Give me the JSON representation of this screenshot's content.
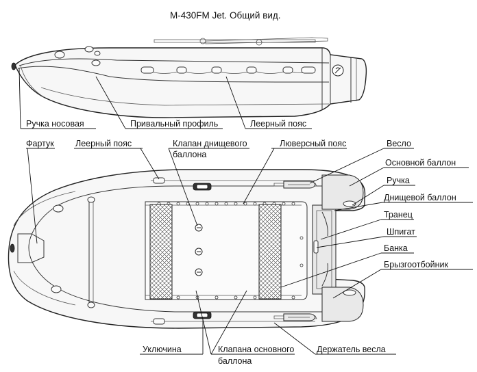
{
  "title": "M-430FM Jet. Общий вид.",
  "side_view_labels": {
    "bow_handle": "Ручка носовая",
    "rub_strake": "Привальный профиль",
    "lifeline": "Леерный пояс"
  },
  "top_view_labels": {
    "apron": "Фартук",
    "lifeline": "Леерный пояс",
    "floor_valve_line1": "Клапан днищевого",
    "floor_valve_line2": "баллона",
    "grommet_belt": "Люверсный пояс",
    "oar": "Весло",
    "main_tube": "Основной баллон",
    "handle": "Ручка",
    "floor_tube": "Днищевой баллон",
    "transom": "Транец",
    "scupper": "Шпигат",
    "seat": "Банка",
    "spray_deflector": "Брызгоотбойник",
    "oarlock": "Уключина",
    "main_valve_line1": "Клапана основного",
    "main_valve_line2": "баллона",
    "oar_holder": "Держатель весла"
  },
  "colors": {
    "ink": "#111111",
    "background": "#ffffff",
    "hull_fill": "#f7f7f7"
  }
}
